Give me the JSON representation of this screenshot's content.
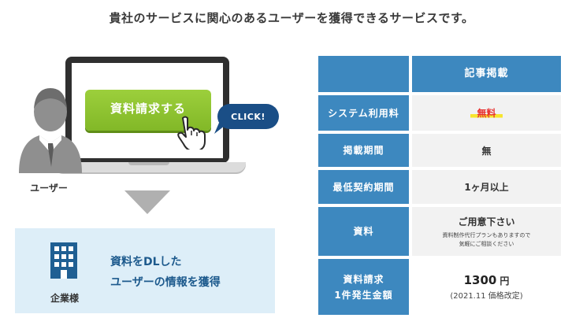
{
  "headline": "貴社のサービスに関心のあるユーザーを獲得できるサービスです。",
  "illustration": {
    "cta_label": "資料請求する",
    "click_label": "CLICK!",
    "user_label": "ユーザー",
    "company_label": "企業様",
    "company_text_line1": "資料をDLした",
    "company_text_line2": "ユーザーの情報を獲得"
  },
  "table": {
    "column_header": "記事掲載",
    "rows": [
      {
        "label": "システム利用料",
        "value": "無料"
      },
      {
        "label": "掲載期間",
        "value": "無"
      },
      {
        "label": "最低契約期間",
        "value": "1ヶ月以上"
      },
      {
        "label": "資料",
        "value": "ご用意下さい",
        "note_line1": "資料制作代行プランもありますので",
        "note_line2": "気軽にご相談ください"
      },
      {
        "label_line1": "資料請求",
        "label_line2": "1件発生金額",
        "price": "1300",
        "unit": "円",
        "price_note": "(2021.11 価格改定)"
      }
    ]
  },
  "colors": {
    "header_blue": "#3d88bf",
    "cta_green": "#8cc332",
    "bubble_navy": "#1a4e86",
    "panel_blue": "#ddeef8",
    "free_red": "#e8302f",
    "highlight_yellow": "#f7e52e"
  }
}
